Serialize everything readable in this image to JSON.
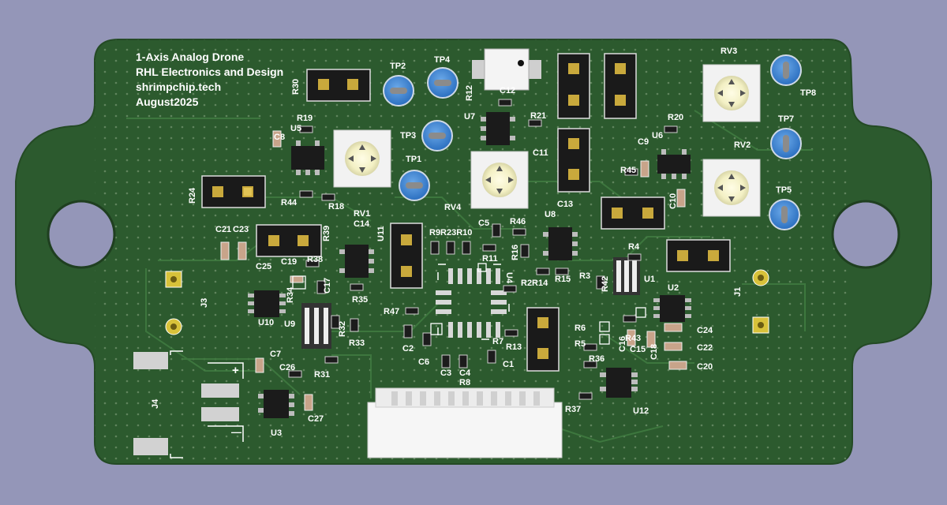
{
  "background_color": "#9496b8",
  "board": {
    "color": "#2c5a2e",
    "trace_color": "#3a6f3b",
    "silkscreen_color": "#ffffff",
    "pad_color": "#c9a93c",
    "title_lines": [
      "1-Axis Analog Drone",
      "RHL Electronics and Design",
      "shrimpchip.tech",
      "August2025"
    ],
    "connector_labels": {
      "J1": "J1",
      "J3": "J3",
      "J4": "J4"
    },
    "power_marks": {
      "plus": "+",
      "minus": "—"
    }
  },
  "refs": {
    "R30": "R30",
    "R19": "R19",
    "U5": "U5",
    "C8": "C8",
    "R24": "R24",
    "R44": "R44",
    "R18": "R18",
    "TP2": "TP2",
    "TP4": "TP4",
    "TP3": "TP3",
    "TP1": "TP1",
    "RV1": "RV1",
    "RV4": "RV4",
    "R12": "R12",
    "C12": "C12",
    "U7": "U7",
    "R21": "R21",
    "C11": "C11",
    "RV3": "RV3",
    "TP8": "TP8",
    "TP7": "TP7",
    "RV2": "RV2",
    "TP5": "TP5",
    "C9": "C9",
    "U6": "U6",
    "R20": "R20",
    "R45": "R45",
    "C10": "C10",
    "C21": "C21",
    "C23": "C23",
    "R39": "R39",
    "C14": "C14",
    "U11": "U11",
    "C25": "C25",
    "C19": "C19",
    "R38": "R38",
    "R34": "R34",
    "C17": "C17",
    "R35": "R35",
    "U10": "U10",
    "U9": "U9",
    "R32": "R32",
    "R33": "R33",
    "R31": "R31",
    "C7": "C7",
    "C26": "C26",
    "U3": "U3",
    "C27": "C27",
    "R9R23R10": "R9R23R10",
    "C5": "C5",
    "R46": "R46",
    "R11": "R11",
    "R16": "R16",
    "U8": "U8",
    "C13": "C13",
    "U4": "U4",
    "R2R14": "R2R14",
    "R15": "R15",
    "R47": "R47",
    "C2": "C2",
    "C6": "C6",
    "C3": "C3",
    "C4": "C4",
    "R8": "R8",
    "R7": "R7",
    "R13": "R13",
    "C1": "C1",
    "R4": "R4",
    "R3": "R3",
    "R42": "R42",
    "U1": "U1",
    "U2": "U2",
    "R6": "R6",
    "R5": "R5",
    "R43": "R43",
    "C16": "C16",
    "C15": "C15",
    "C18": "C18",
    "R36": "R36",
    "R37": "R37",
    "U12": "U12",
    "C24": "C24",
    "C22": "C22",
    "C20": "C20"
  }
}
